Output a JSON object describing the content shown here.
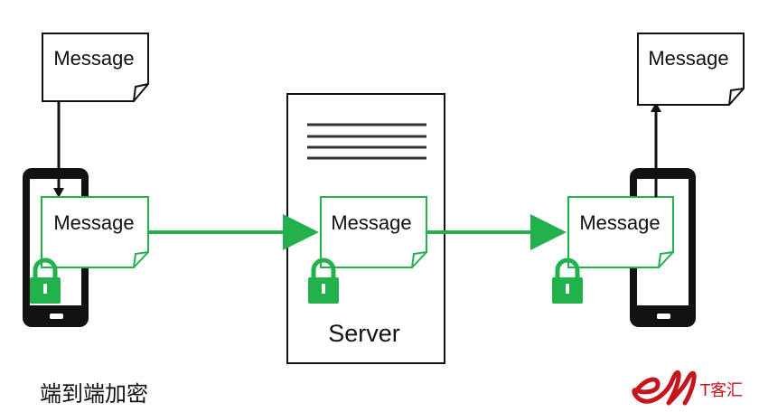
{
  "diagram": {
    "messages": {
      "sender_plain": "Message",
      "sender_encrypted": "Message",
      "server_encrypted": "Message",
      "receiver_encrypted": "Message",
      "receiver_plain": "Message"
    },
    "server_label": "Server"
  },
  "caption": "端到端加密",
  "brand": {
    "logo_letters": "ell",
    "name": "T客汇"
  },
  "colors": {
    "encrypted_green": "#23b14d",
    "lock_green": "#22b24c",
    "device_black": "#111111",
    "brand_red": "#c4161c"
  }
}
